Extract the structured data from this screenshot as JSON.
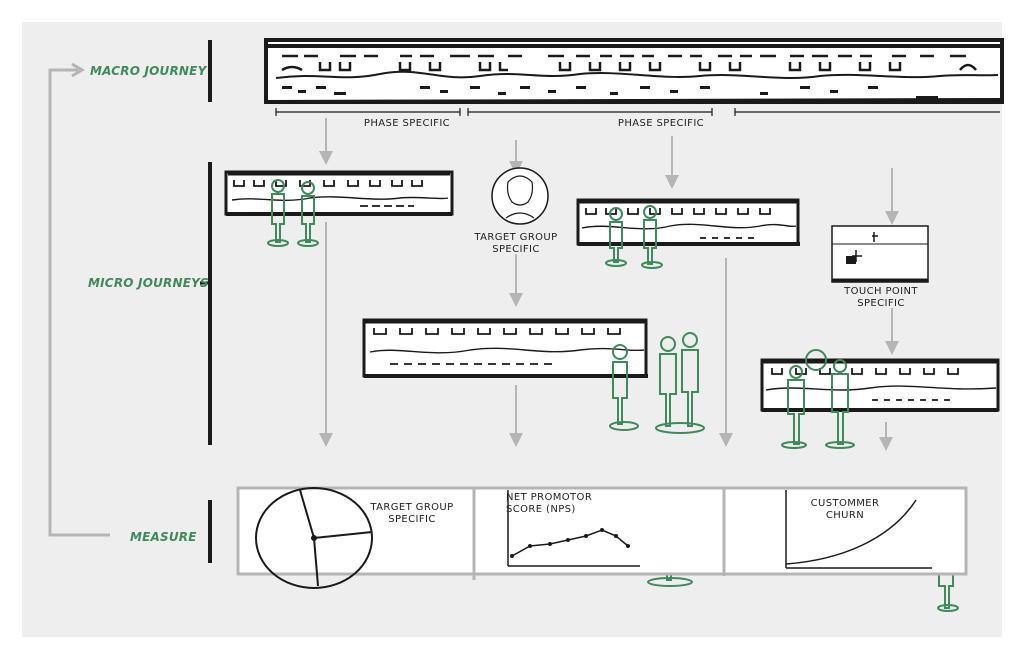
{
  "rows": {
    "macro": "MACRO JOURNEY",
    "micro": "MICRO JOURNEYS",
    "measure": "MEASURE"
  },
  "phase_labels": [
    "PHASE SPECIFIC",
    "PHASE SPECIFIC"
  ],
  "annotations": {
    "target_group_top_1": "TARGET GROUP",
    "target_group_top_2": "SPECIFIC",
    "touch_point_1": "TOUCH POINT",
    "touch_point_2": "SPECIFIC"
  },
  "measure_panels": {
    "target_group_1": "TARGET GROUP",
    "target_group_2": "SPECIFIC",
    "nps_1": "NET PROMOTOR",
    "nps_2": "SCORE (NPS)",
    "churn_1": "CUSTOMMER",
    "churn_2": "CHURN"
  },
  "colors": {
    "background": "#eeeeef",
    "accent_green": "#3f8a5b",
    "ink": "#1a1a1a",
    "arrow_gray": "#b5b5b5"
  }
}
